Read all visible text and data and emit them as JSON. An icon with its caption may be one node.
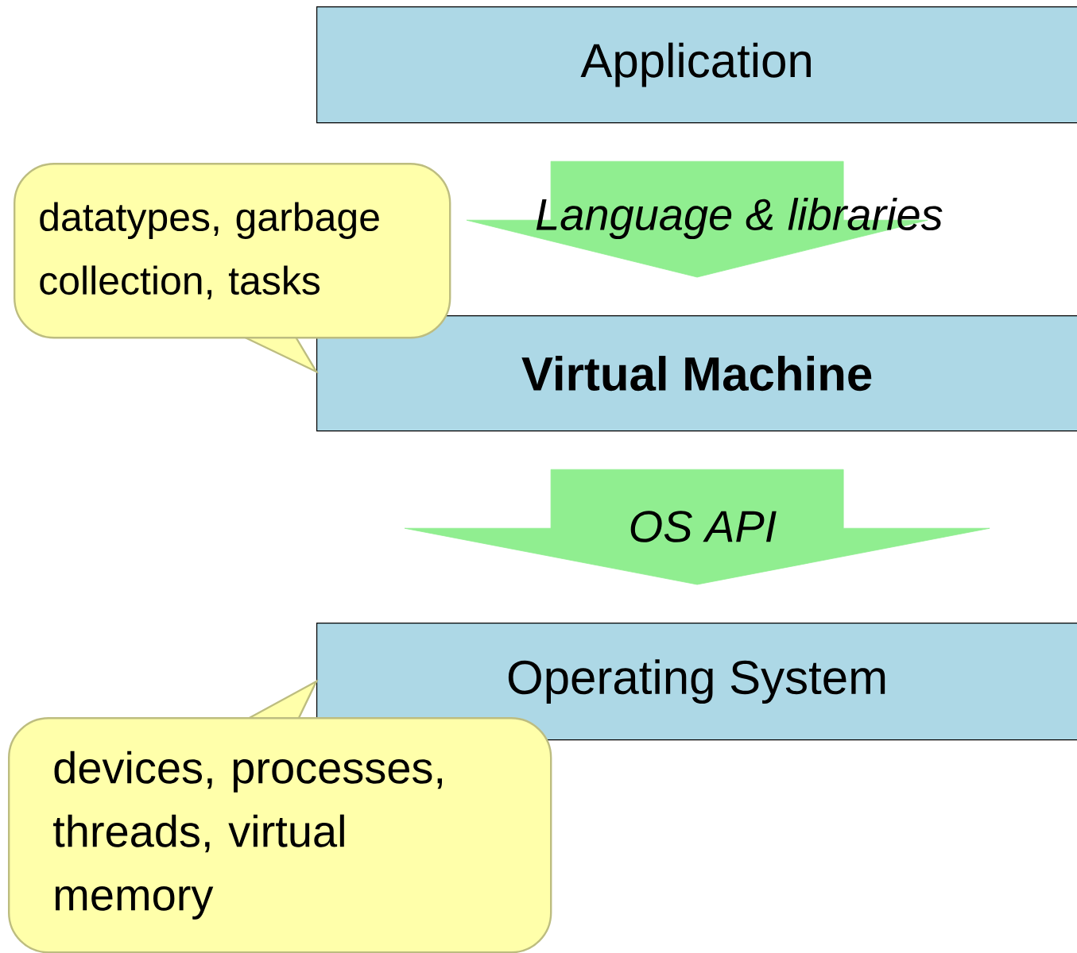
{
  "diagram": {
    "nodes": [
      {
        "text": [
          "Application"
        ]
      },
      {
        "text": [
          "Virtual Machine"
        ]
      },
      {
        "text": [
          "Operating System"
        ]
      },
      {
        "text": [
          "datatypes, garbage collection, tasks"
        ]
      },
      {
        "text": [
          "devices, processes, threads, virtual memory"
        ]
      }
    ],
    "edges": [
      {
        "from": 0,
        "to": 1,
        "arrow": "to",
        "label": "Language & libraries"
      },
      {
        "from": 1,
        "to": 2,
        "arrow": "to",
        "label": "OS API"
      }
    ]
  }
}
